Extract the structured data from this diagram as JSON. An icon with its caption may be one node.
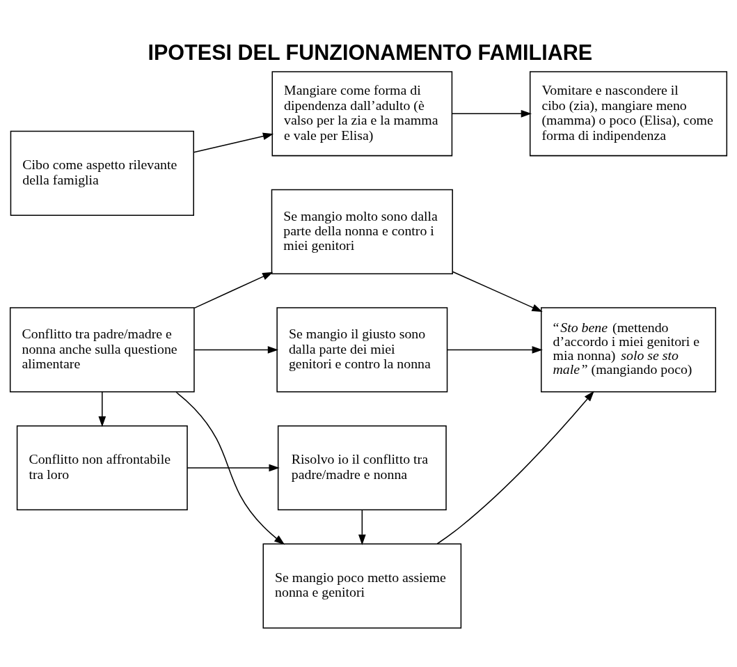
{
  "diagram": {
    "title": "IPOTESI DEL FUNZIONAMENTO FAMILIARE",
    "nodes": [
      {
        "text": [
          "Cibo come aspetto rilevante della famiglia"
        ]
      },
      {
        "text": [
          "Mangiare come forma di dipendenza dall’adulto (è valso per la zia e la mamma e vale per Elisa)"
        ]
      },
      {
        "text": [
          "Vomitare e nascondere il cibo (zia), mangiare meno (mamma) o poco (Elisa), come forma di indipendenza"
        ]
      },
      {
        "text": [
          "Conflitto tra padre/madre e nonna anche sulla questione alimentare"
        ]
      },
      {
        "text": [
          "Se mangio molto sono dalla parte della nonna e contro i miei genitori"
        ]
      },
      {
        "text": [
          "Se mangio il giusto sono dalla parte dei miei genitori e contro la nonna"
        ]
      },
      {
        "text": [
          "Se mangio poco metto assieme nonna e genitori"
        ]
      },
      {
        "text": [
          "“*Sto bene* (mettendo d’accordo i miei genitori e mia nonna) *solo se sto male*” (mangiando poco)"
        ]
      },
      {
        "text": [
          "Conflitto non affrontabile tra loro"
        ]
      },
      {
        "text": [
          "Risolvo io il conflitto tra padre/madre e nonna"
        ]
      }
    ],
    "edges": [
      {
        "from": 0,
        "to": 1,
        "arrow": "to"
      },
      {
        "from": 1,
        "to": 2,
        "arrow": "to"
      },
      {
        "from": 3,
        "to": 4,
        "arrow": "to"
      },
      {
        "from": 3,
        "to": 5,
        "arrow": "to"
      },
      {
        "from": 3,
        "to": 6,
        "arrow": "to"
      },
      {
        "from": 4,
        "to": 7,
        "arrow": "to"
      },
      {
        "from": 5,
        "to": 7,
        "arrow": "to"
      },
      {
        "from": 6,
        "to": 7,
        "arrow": "to"
      },
      {
        "from": 3,
        "to": 8,
        "arrow": "to"
      },
      {
        "from": 8,
        "to": 9,
        "arrow": "to"
      },
      {
        "from": 9,
        "to": 6,
        "arrow": "to"
      }
    ]
  }
}
